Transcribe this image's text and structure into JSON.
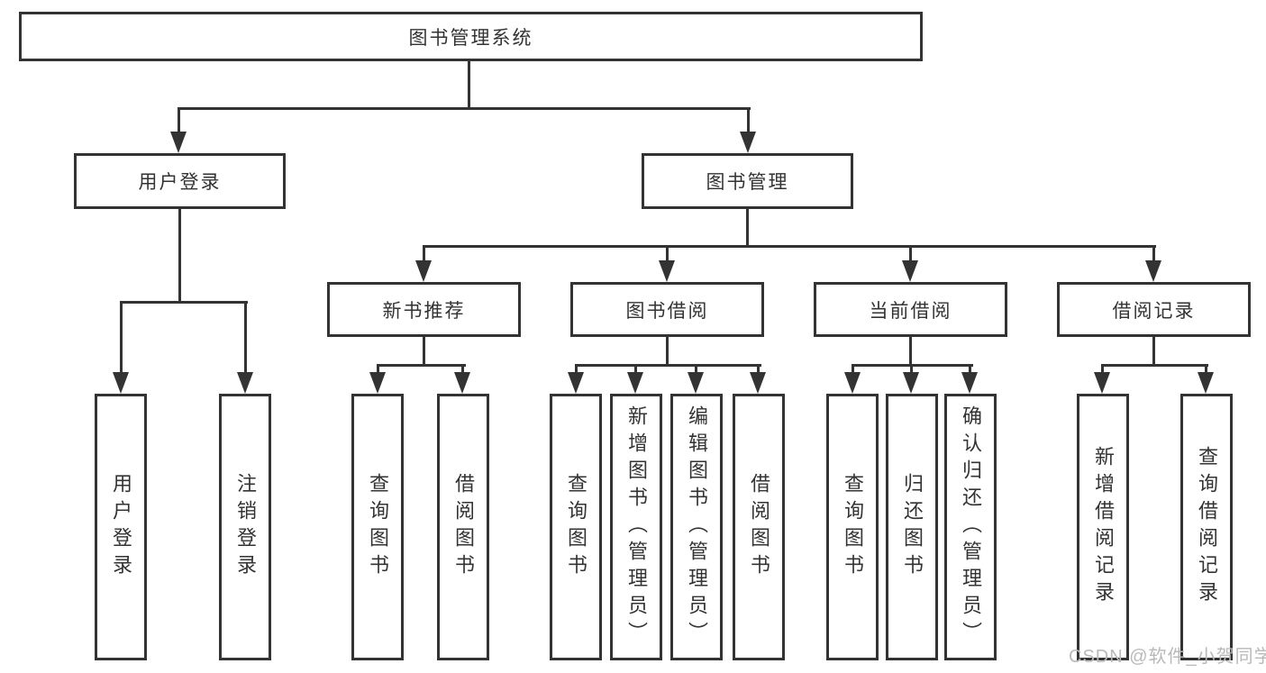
{
  "diagram": {
    "title": "图书管理系统",
    "type": "tree",
    "colors": {
      "line": "#333333",
      "box_background": "#ffffff",
      "text": "#333333",
      "watermark": "#b9b9b9"
    },
    "nodes": [
      {
        "id": "root",
        "label": "图书管理系统",
        "level": 1,
        "parent": null
      },
      {
        "id": "user-login",
        "label": "用户登录",
        "level": 2,
        "parent": "root"
      },
      {
        "id": "book-mgmt",
        "label": "图书管理",
        "level": 2,
        "parent": "root"
      },
      {
        "id": "new-book-recommend",
        "label": "新书推荐",
        "level": 3,
        "parent": "book-mgmt"
      },
      {
        "id": "book-borrow",
        "label": "图书借阅",
        "level": 3,
        "parent": "book-mgmt"
      },
      {
        "id": "current-borrow",
        "label": "当前借阅",
        "level": 3,
        "parent": "book-mgmt"
      },
      {
        "id": "borrow-records",
        "label": "借阅记录",
        "level": 3,
        "parent": "book-mgmt"
      },
      {
        "id": "leaf-user-login",
        "label": "用户登录",
        "level": 4,
        "parent": "user-login"
      },
      {
        "id": "leaf-logout",
        "label": "注销登录",
        "level": 4,
        "parent": "user-login"
      },
      {
        "id": "leaf-query-book-1",
        "label": "查询图书",
        "level": 4,
        "parent": "new-book-recommend"
      },
      {
        "id": "leaf-borrow-book-1",
        "label": "借阅图书",
        "level": 4,
        "parent": "new-book-recommend"
      },
      {
        "id": "leaf-query-book-2",
        "label": "查询图书",
        "level": 4,
        "parent": "book-borrow"
      },
      {
        "id": "leaf-add-book",
        "label": "新增图书（管理员）",
        "level": 4,
        "parent": "book-borrow"
      },
      {
        "id": "leaf-edit-book",
        "label": "编辑图书（管理员）",
        "level": 4,
        "parent": "book-borrow"
      },
      {
        "id": "leaf-borrow-book-2",
        "label": "借阅图书",
        "level": 4,
        "parent": "book-borrow"
      },
      {
        "id": "leaf-query-book-3",
        "label": "查询图书",
        "level": 4,
        "parent": "current-borrow"
      },
      {
        "id": "leaf-return-book",
        "label": "归还图书",
        "level": 4,
        "parent": "current-borrow"
      },
      {
        "id": "leaf-confirm-return",
        "label": "确认归还（管理员）",
        "level": 4,
        "parent": "current-borrow"
      },
      {
        "id": "leaf-add-borrow-record",
        "label": "新增借阅记录",
        "level": 4,
        "parent": "borrow-records"
      },
      {
        "id": "leaf-query-borrow-record",
        "label": "查询借阅记录",
        "level": 4,
        "parent": "borrow-records"
      }
    ],
    "watermark": "CSDN @软件_小贺同学"
  }
}
